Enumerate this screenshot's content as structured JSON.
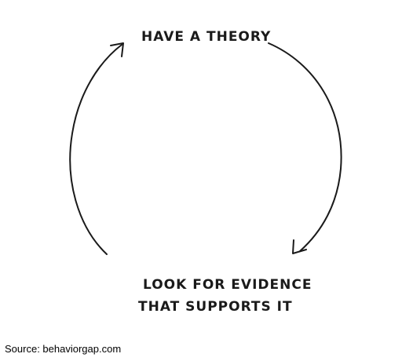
{
  "diagram": {
    "top_label": "HAVE A THEORY",
    "bottom_label_line1": "LOOK FOR EVIDENCE",
    "bottom_label_line2": "THAT SUPPORTS IT",
    "stroke_color": "#1a1a1a"
  },
  "footer": {
    "source": "Source: behaviorgap.com"
  }
}
